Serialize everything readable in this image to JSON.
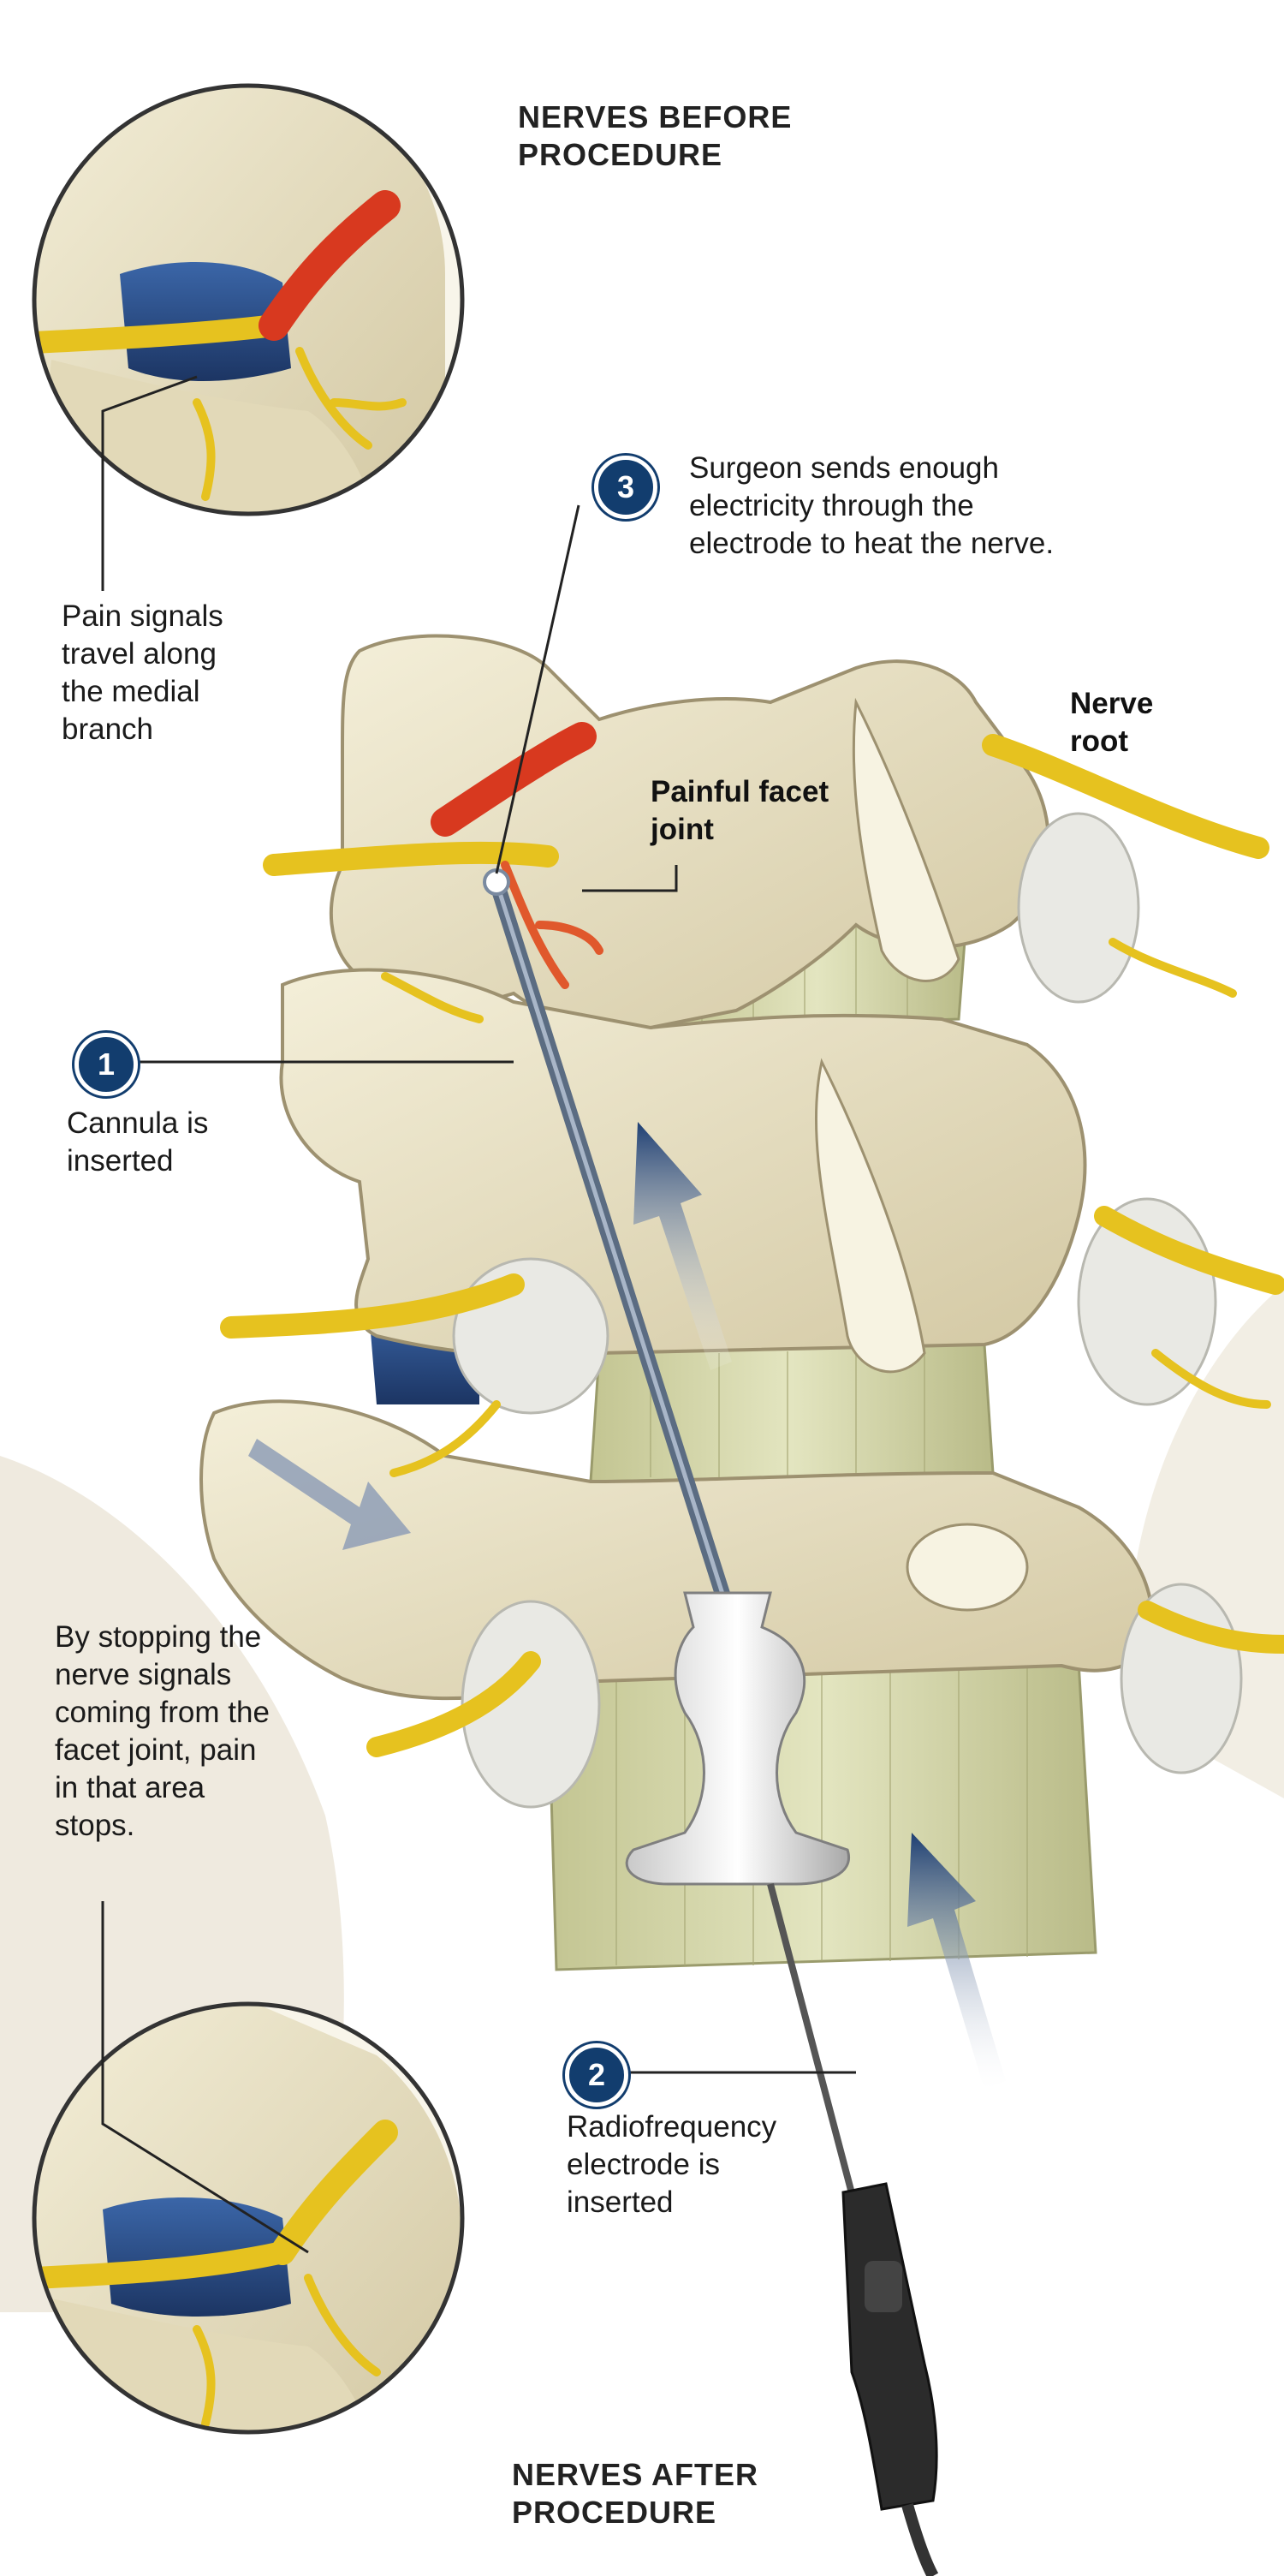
{
  "headings": {
    "before": "NERVES BEFORE\nPROCEDURE",
    "after": "NERVES AFTER\nPROCEDURE"
  },
  "steps": [
    {
      "number": "1",
      "text": "Cannula is\ninserted"
    },
    {
      "number": "2",
      "text": "Radiofrequency\nelectrode is\ninserted"
    },
    {
      "number": "3",
      "text": "Surgeon sends enough\nelectricity through the\nelectrode to heat the nerve."
    }
  ],
  "labels": {
    "pain_signals": "Pain signals\ntravel along\nthe medial\nbranch",
    "nerve_root": "Nerve\nroot",
    "painful_facet_joint": "Painful facet\njoint",
    "stopping_signals": "By stopping the\nnerve signals\ncoming from the\nfacet joint, pain\nin that area\nstops."
  },
  "colors": {
    "bone": "#ebe4c8",
    "bone_shadow": "#c9bf9c",
    "disc": "#d6d9b0",
    "nerve": "#e6c21f",
    "inflamed_nerve": "#d8391f",
    "spinal_cord_blue": "#2b4f8a",
    "badge": "#123d6e",
    "arrow": "#1e3f73"
  }
}
